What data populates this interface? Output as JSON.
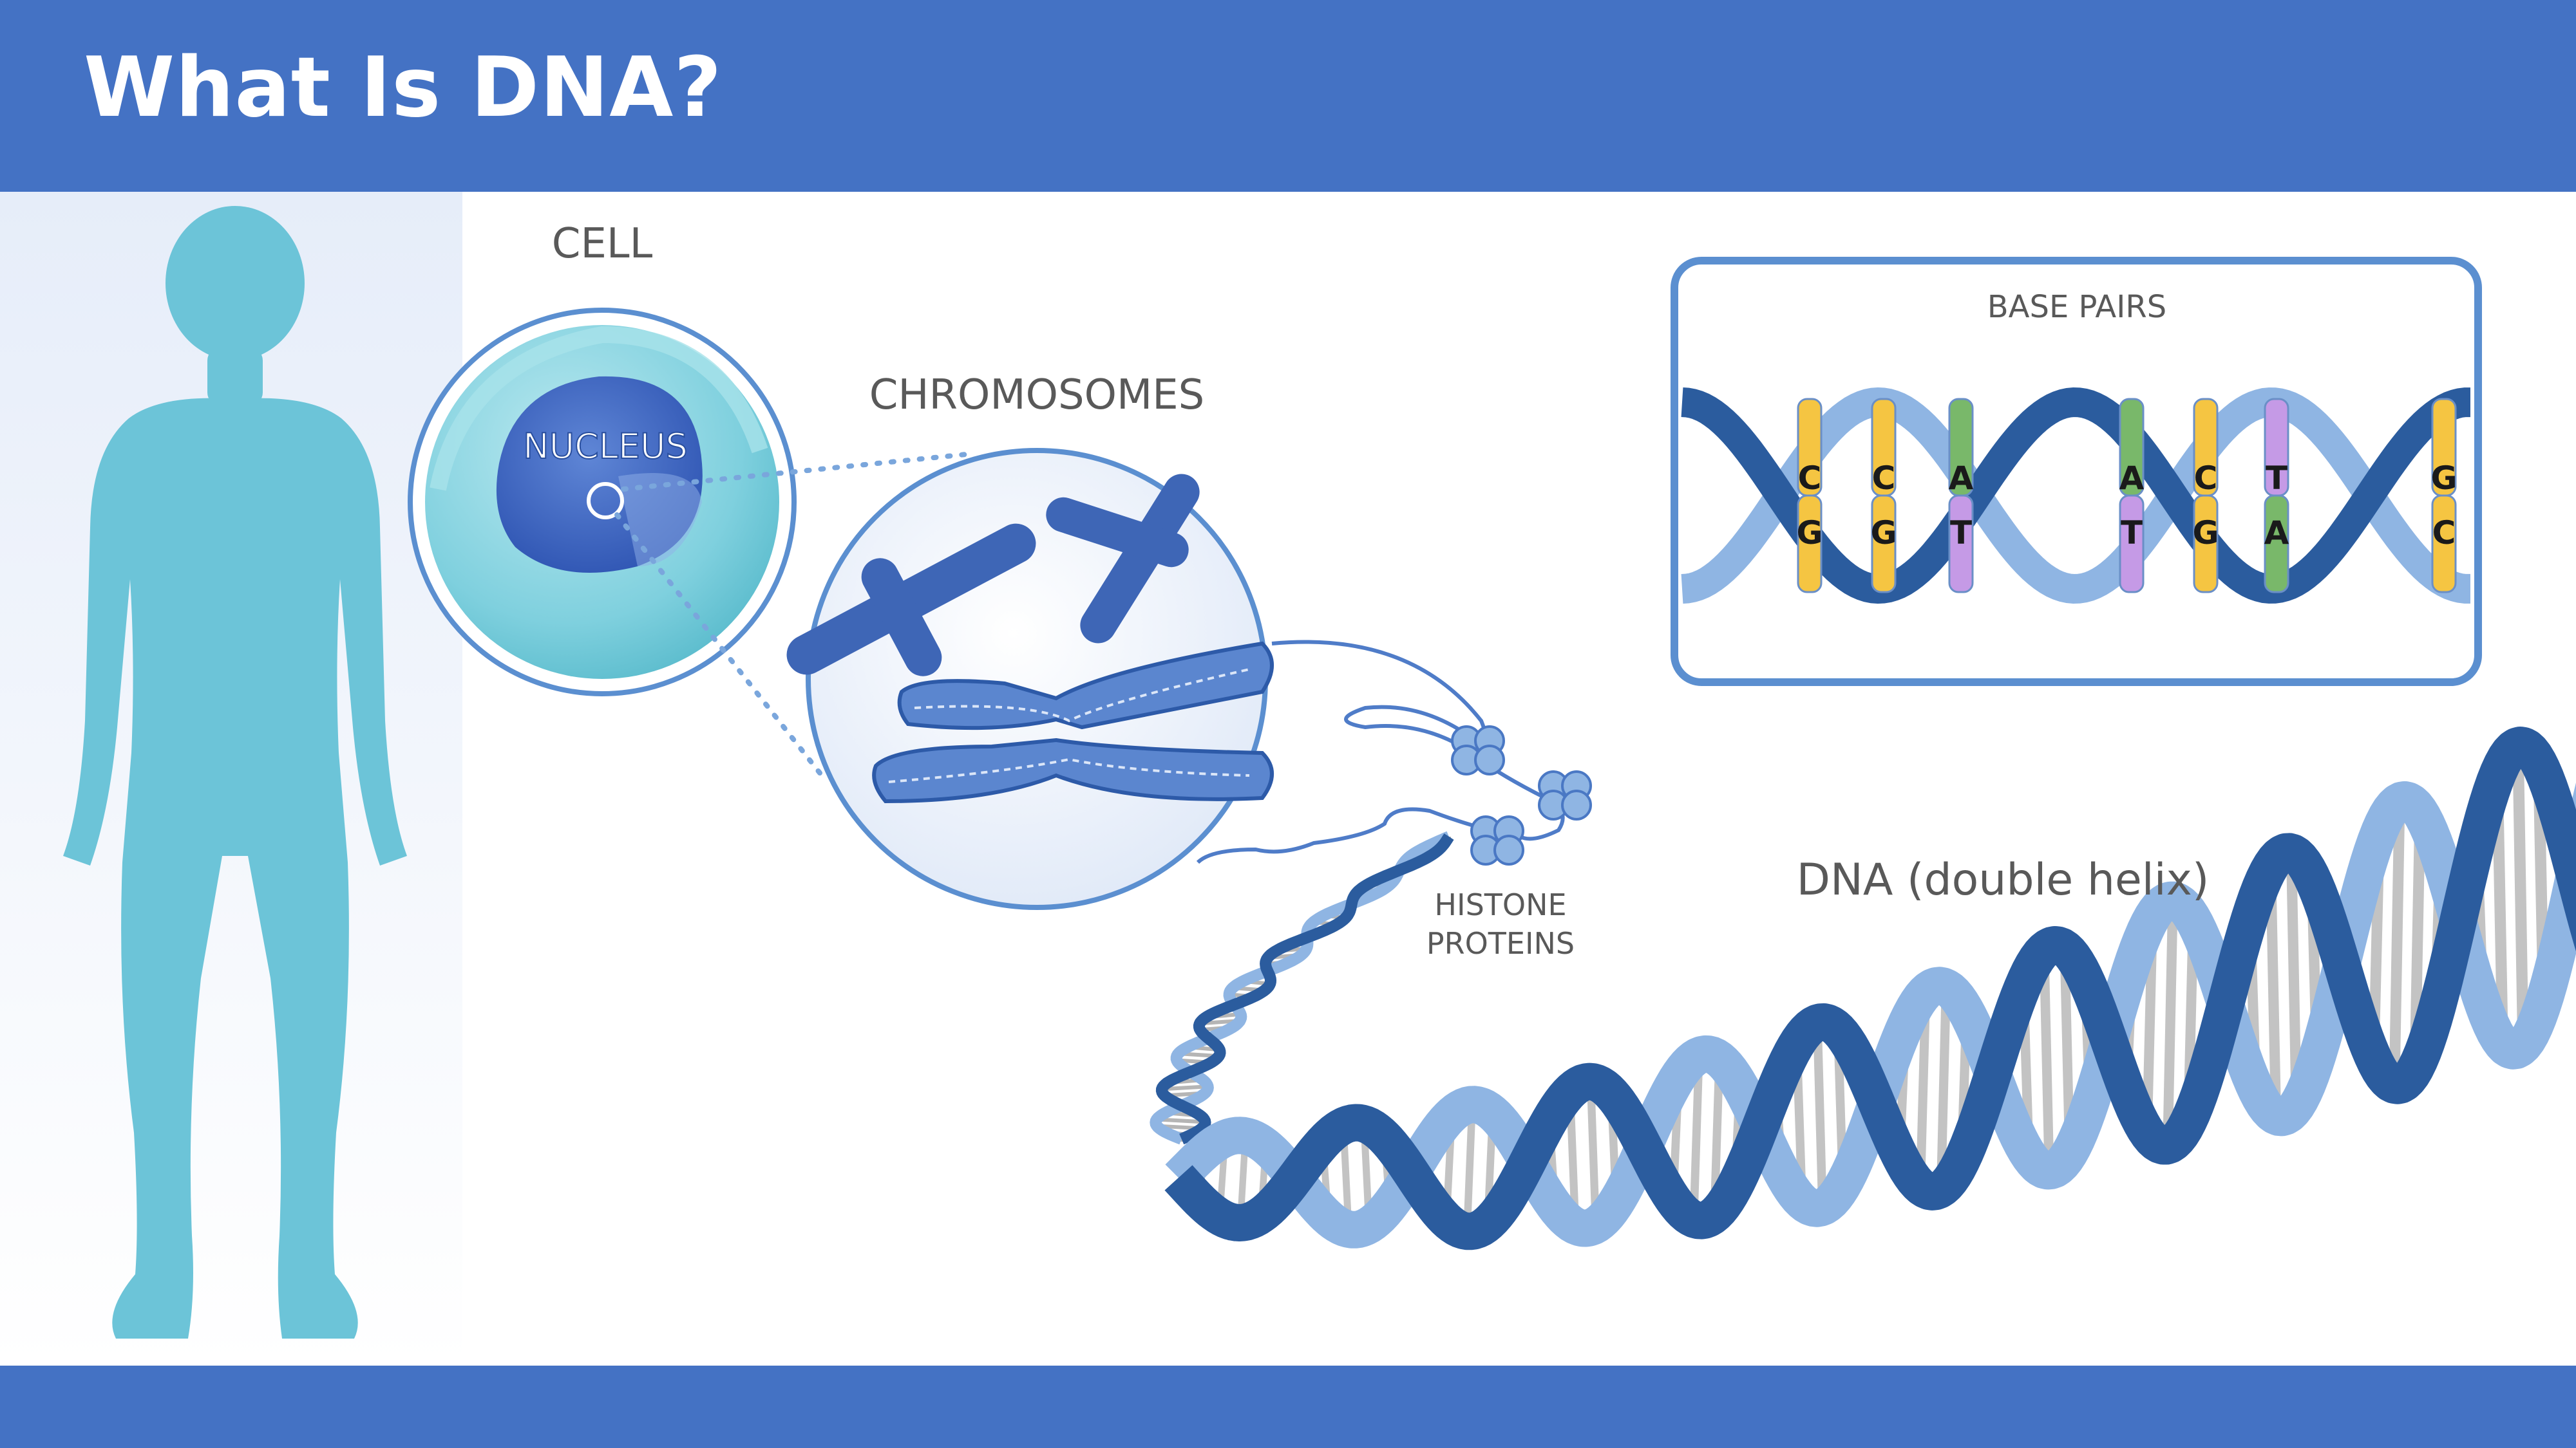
{
  "title": "What Is DNA?",
  "labels": {
    "cell": "CELL",
    "nucleus": "NUCLEUS",
    "chromosomes": "CHROMOSOMES",
    "base_pairs": "BASE PAIRS",
    "histone_line1": "HISTONE",
    "histone_line2": "PROTEINS",
    "dna": "DNA (double helix)"
  },
  "base_pairs": [
    {
      "top": "C",
      "bottom": "G",
      "top_color": "#f5c542",
      "bottom_color": "#f5c542"
    },
    {
      "top": "C",
      "bottom": "G",
      "top_color": "#f5c542",
      "bottom_color": "#f5c542"
    },
    {
      "top": "A",
      "bottom": "T",
      "top_color": "#79b86a",
      "bottom_color": "#c59ae6"
    },
    {
      "top": "A",
      "bottom": "T",
      "top_color": "#79b86a",
      "bottom_color": "#c59ae6"
    },
    {
      "top": "C",
      "bottom": "G",
      "top_color": "#f5c542",
      "bottom_color": "#f5c542"
    },
    {
      "top": "T",
      "bottom": "A",
      "top_color": "#c59ae6",
      "bottom_color": "#79b86a"
    },
    {
      "top": "G",
      "bottom": "C",
      "top_color": "#f5c542",
      "bottom_color": "#f5c542"
    }
  ],
  "colors": {
    "header": "#4472c4",
    "body_silhouette": "#6cc4d8",
    "dark_strand": "#2b5c9e",
    "light_strand": "#8fb5e3",
    "nucleus": "#3c64c0"
  }
}
